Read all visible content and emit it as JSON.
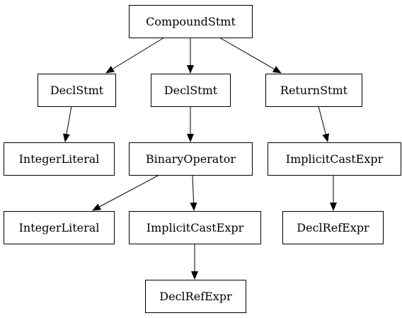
{
  "diagram": {
    "nodes": [
      {
        "id": "n0",
        "label": "CompoundStmt"
      },
      {
        "id": "n1",
        "label": "DeclStmt"
      },
      {
        "id": "n2",
        "label": "DeclStmt"
      },
      {
        "id": "n3",
        "label": "ReturnStmt"
      },
      {
        "id": "n4",
        "label": "IntegerLiteral"
      },
      {
        "id": "n5",
        "label": "BinaryOperator"
      },
      {
        "id": "n6",
        "label": "ImplicitCastExpr"
      },
      {
        "id": "n7",
        "label": "IntegerLiteral"
      },
      {
        "id": "n8",
        "label": "ImplicitCastExpr"
      },
      {
        "id": "n9",
        "label": "DeclRefExpr"
      },
      {
        "id": "n10",
        "label": "DeclRefExpr"
      }
    ],
    "edges": [
      {
        "from": "n0",
        "to": "n1"
      },
      {
        "from": "n0",
        "to": "n2"
      },
      {
        "from": "n0",
        "to": "n3"
      },
      {
        "from": "n1",
        "to": "n4"
      },
      {
        "from": "n2",
        "to": "n5"
      },
      {
        "from": "n3",
        "to": "n6"
      },
      {
        "from": "n5",
        "to": "n7"
      },
      {
        "from": "n5",
        "to": "n8"
      },
      {
        "from": "n6",
        "to": "n9"
      },
      {
        "from": "n8",
        "to": "n10"
      }
    ],
    "colors": {
      "stroke": "#000000",
      "fill": "#ffffff",
      "text": "#000000"
    }
  }
}
